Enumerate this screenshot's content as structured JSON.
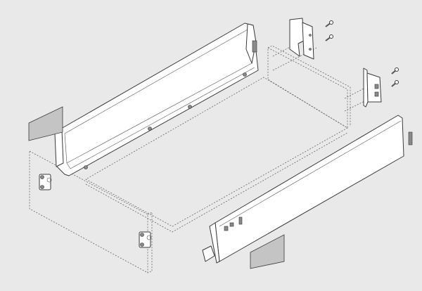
{
  "colors": {
    "background": "#e9e9e9",
    "part_fill": "#ffffff",
    "outline": "#3a3a3a",
    "cover_plate": "#c4c4c4"
  },
  "icons": [
    "drawer-side-left",
    "drawer-side-right",
    "front-panel-outline",
    "drawer-bottom-outline",
    "back-panel-outline",
    "rear-bracket",
    "screw",
    "front-fixing-bracket",
    "cover-cap"
  ]
}
